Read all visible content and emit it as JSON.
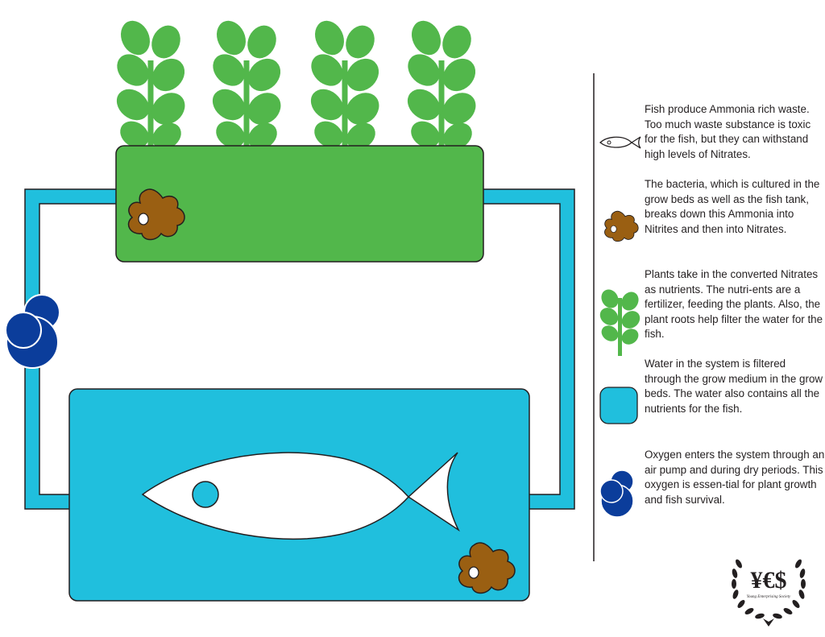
{
  "colors": {
    "plant_green": "#52b74b",
    "water_blue": "#20bfdd",
    "bacteria_brown": "#9a5f12",
    "oxygen_blue": "#0b3d9b",
    "outline": "#231f20"
  },
  "legend": [
    {
      "icon": "fish-icon",
      "text": "Fish produce Ammonia rich waste.  Too much waste substance is toxic for the fish, but they can withstand high levels of Nitrates."
    },
    {
      "icon": "bacteria-icon",
      "text": "The bacteria, which is cultured in the grow beds as well as the fish tank, breaks down this Ammonia into Nitrites and then into Nitrates."
    },
    {
      "icon": "plant-icon",
      "text": "Plants take in the converted Nitrates as nutrients.  The nutri-ents are a fertilizer, feeding the plants.  Also, the plant roots help filter the water for the fish."
    },
    {
      "icon": "water-icon",
      "text": "Water in the system is filtered through the grow medium in the grow beds.  The water also contains all the nutrients for the fish."
    },
    {
      "icon": "oxygen-icon",
      "text": "Oxygen enters the system through an air pump and during dry periods.  This oxygen is essen-tial for plant growth and fish survival."
    }
  ],
  "logo": {
    "text": "¥€$",
    "tagline": "Young Enterprising Society"
  }
}
